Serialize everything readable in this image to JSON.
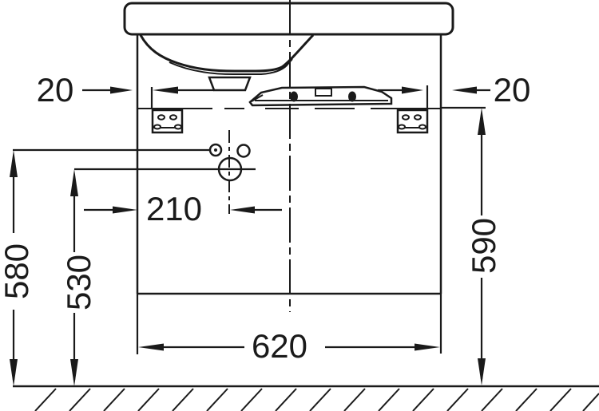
{
  "drawing": {
    "kind": "washbasin-with-vanity-unit-front-elevation",
    "line_color": "#1a1a1a",
    "background_color": "#ffffff"
  },
  "dimensions": {
    "overhang_left": "20",
    "overhang_right": "20",
    "drain_offset": "210",
    "height_back_connection": "580",
    "height_drain_center": "530",
    "height_carcass_bottom_edge": "590",
    "cabinet_width": "620"
  }
}
